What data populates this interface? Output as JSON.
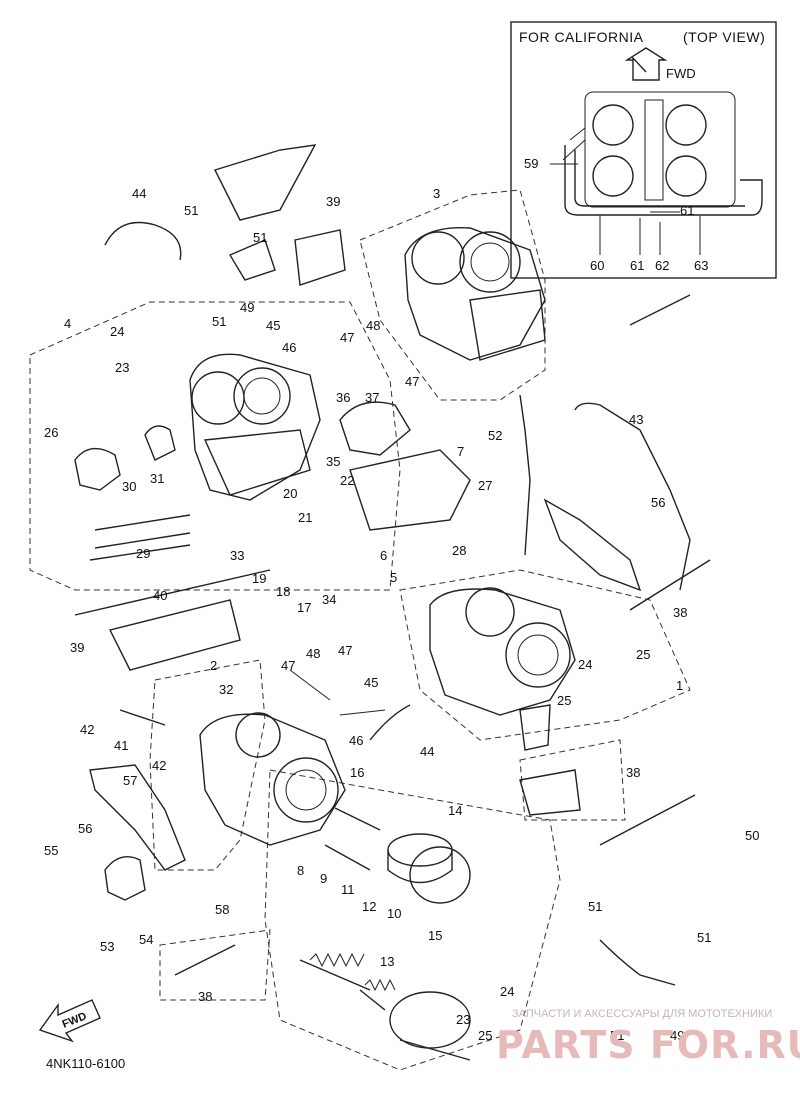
{
  "inset": {
    "title": "FOR CALIFORNIA",
    "view": "(TOP VIEW)",
    "fwd": "FWD",
    "labels": [
      "59",
      "61",
      "60",
      "61",
      "62",
      "63"
    ]
  },
  "fwd_arrow": "FWD",
  "diagram_code": "4NK110-6100",
  "watermark": {
    "tagline": "ЗАПЧАСТИ И АКСЕССУАРЫ ДЛЯ МОТОТЕХНИКИ",
    "site": "PARTS FOR.RU"
  },
  "part_labels": [
    "44",
    "51",
    "39",
    "51",
    "3",
    "4",
    "24",
    "51",
    "49",
    "45",
    "48",
    "47",
    "46",
    "23",
    "47",
    "26",
    "36",
    "37",
    "30",
    "31",
    "43",
    "52",
    "35",
    "7",
    "22",
    "20",
    "27",
    "56",
    "21",
    "29",
    "33",
    "19",
    "34",
    "6",
    "28",
    "18",
    "17",
    "5",
    "40",
    "39",
    "38",
    "2",
    "32",
    "48",
    "47",
    "47",
    "45",
    "24",
    "25",
    "1",
    "42",
    "41",
    "25",
    "42",
    "46",
    "44",
    "57",
    "16",
    "38",
    "56",
    "14",
    "55",
    "8",
    "9",
    "11",
    "50",
    "12",
    "10",
    "58",
    "54",
    "15",
    "51",
    "53",
    "51",
    "38",
    "13",
    "24",
    "23",
    "25",
    "51",
    "49"
  ]
}
